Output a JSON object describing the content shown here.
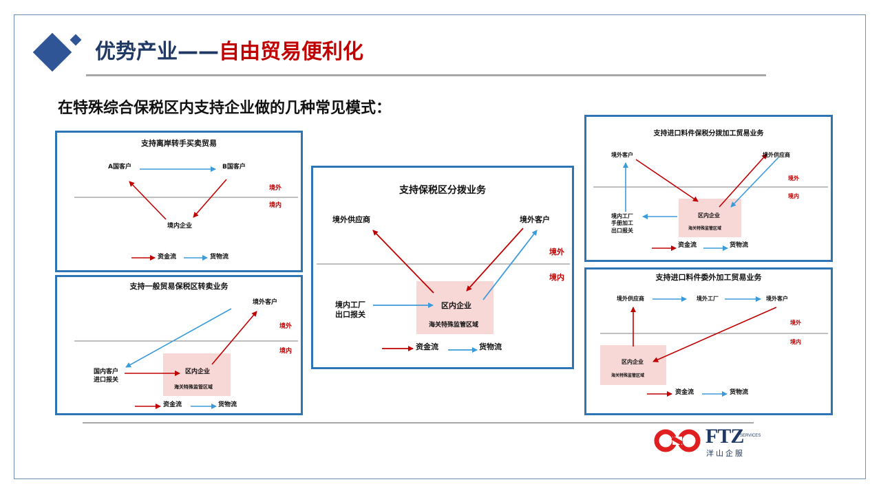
{
  "title": {
    "part1": "优势产业——",
    "part2": "自由贸易便利化"
  },
  "subtitle": "在特殊综合保税区内支持企业做的几种常见模式：",
  "colors": {
    "accent": "#2f5597",
    "money_flow": "#c00000",
    "goods_flow": "#3b9ad9",
    "panel_border": "#2e75b6",
    "zone_fill": "#f8d7d7"
  },
  "legend": {
    "money": "资金流",
    "goods": "货物流"
  },
  "boundary": {
    "outside": "境外",
    "inside": "境内"
  },
  "zone_caption": "海关特殊监管区域",
  "panels": {
    "offshore": {
      "title": "支持离岸转手买卖贸易",
      "country_a_client": "A国客户",
      "country_b_client": "B国客户",
      "domestic_enterprise": "境内企业"
    },
    "general_trade": {
      "title": "支持一般贸易保税区转卖业务",
      "overseas_client": "境外客户",
      "domestic_client_line1": "国内客户",
      "domestic_client_line2": "进口报关",
      "zone_enterprise": "区内企业"
    },
    "distribution": {
      "title": "支持保税区分拨业务",
      "overseas_supplier": "境外供应商",
      "overseas_client": "境外客户",
      "domestic_factory_line1": "境内工厂",
      "domestic_factory_line2": "出口报关",
      "zone_enterprise": "区内企业"
    },
    "import_bonded": {
      "title": "支持进口料件保税分拨加工贸易业务",
      "overseas_client": "境外客户",
      "overseas_supplier": "境外供应商",
      "factory_line1": "境内工厂",
      "factory_line2": "手册加工",
      "factory_line3": "出口报关",
      "zone_enterprise": "区内企业"
    },
    "outsourced": {
      "title": "支持进口料件委外加工贸易业务",
      "overseas_supplier": "境外供应商",
      "overseas_factory": "境外工厂",
      "overseas_client": "境外客户",
      "zone_enterprise": "区内企业"
    }
  },
  "logo": {
    "brand": "FTZ",
    "services": "SERVICES",
    "cn_name": "洋山企服",
    "mark_icon": "infinity-loop-icon"
  }
}
